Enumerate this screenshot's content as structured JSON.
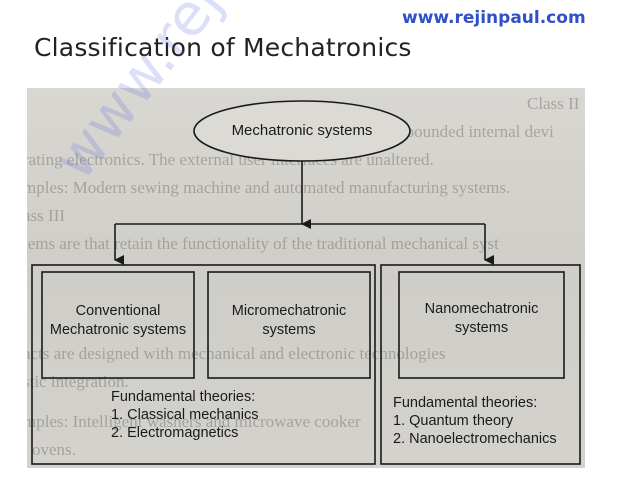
{
  "header": {
    "site": "www.rejinpaul.com",
    "title": "Classification of Mechatronics"
  },
  "diagram": {
    "root": "Mechatronic systems",
    "categories": [
      {
        "line1": "Conventional",
        "line2": "Mechatronic systems"
      },
      {
        "line1": "Micromechatronic",
        "line2": "systems"
      },
      {
        "line1": "Nanomechatronic",
        "line2": "systems"
      }
    ],
    "theory_groups": [
      {
        "heading": "Fundamental theories:",
        "items": [
          "1. Classical mechanics",
          "2. Electromagnetics"
        ]
      },
      {
        "heading": "Fundamental theories:",
        "items": [
          "1. Quantum theory",
          "2. Nanoelectromechanics"
        ]
      }
    ]
  },
  "watermark": "www.rejinpaul.com",
  "colors": {
    "link": "#3050c8",
    "ink": "#1a1a1a",
    "paper": "#d4d2cc"
  }
}
